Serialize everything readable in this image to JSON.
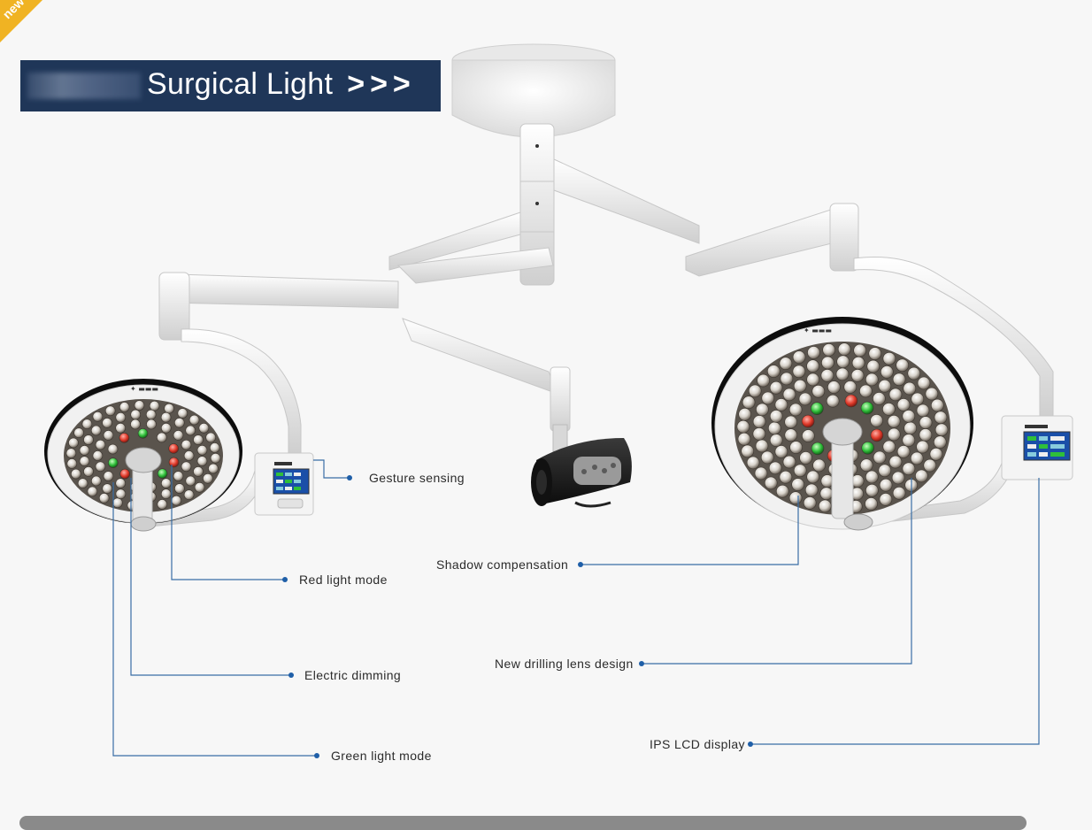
{
  "badge": {
    "text": "new"
  },
  "banner": {
    "title": "Surgical Light",
    "arrows": ">>>"
  },
  "colors": {
    "banner_bg": "#1f3658",
    "callout_line": "#3a6ea5",
    "background": "#f7f7f7",
    "red_led": "#e03a2a",
    "green_led": "#2fbf3a"
  },
  "callouts": {
    "gesture_sensing": "Gesture sensing",
    "red_light_mode": "Red light mode",
    "electric_dimming": "Electric dimming",
    "green_light_mode": "Green light mode",
    "shadow_compensation": "Shadow compensation",
    "new_drilling_lens": "New drilling lens design",
    "ips_lcd_display": "IPS LCD display"
  }
}
